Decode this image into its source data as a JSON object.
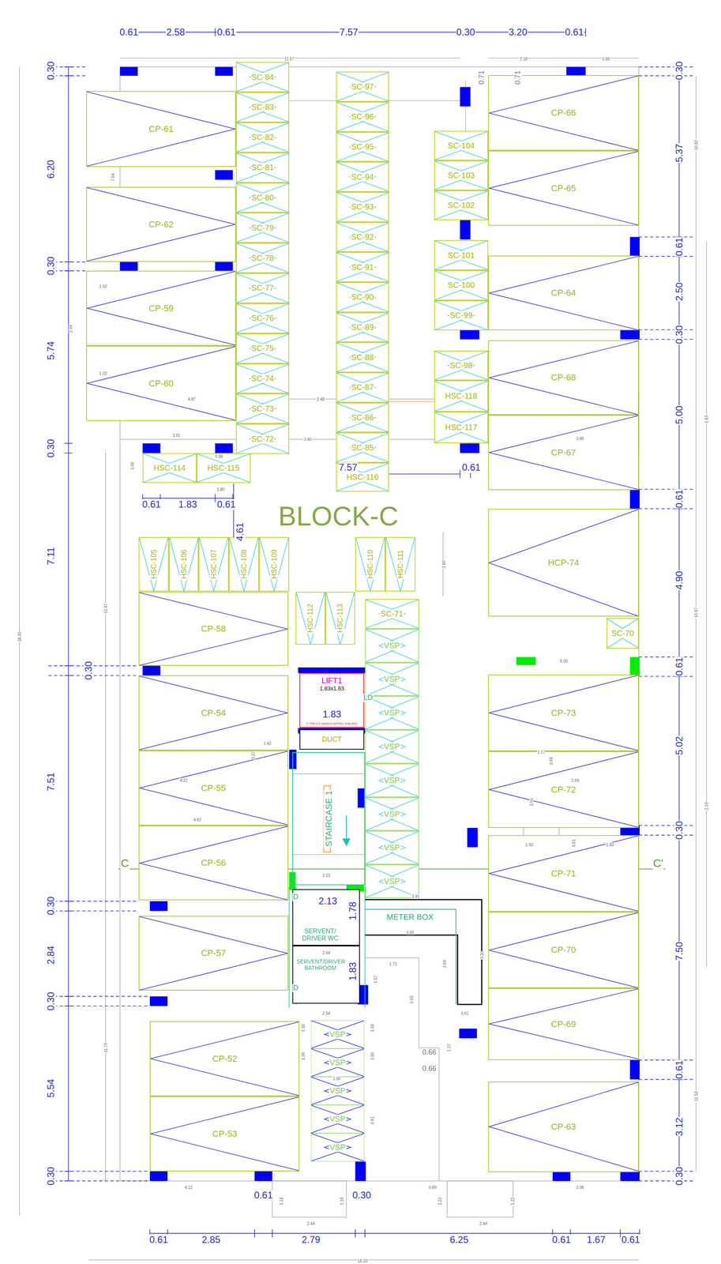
{
  "diagram": {
    "title": "BLOCK-C",
    "nodes": [
      {
        "text": [
          "CP-61"
        ]
      },
      {
        "text": [
          "CP-62"
        ]
      },
      {
        "text": [
          "CP-59"
        ]
      },
      {
        "text": [
          "CP-60"
        ]
      },
      {
        "text": [
          "SC-84"
        ]
      },
      {
        "text": [
          "SC-83"
        ]
      },
      {
        "text": [
          "SC-82"
        ]
      },
      {
        "text": [
          "SC-81"
        ]
      },
      {
        "text": [
          "SC-80"
        ]
      },
      {
        "text": [
          "SC-79"
        ]
      },
      {
        "text": [
          "SC-78"
        ]
      },
      {
        "text": [
          "SC-77"
        ]
      },
      {
        "text": [
          "SC-76"
        ]
      },
      {
        "text": [
          "SC-75"
        ]
      },
      {
        "text": [
          "SC-74"
        ]
      },
      {
        "text": [
          "SC-73"
        ]
      },
      {
        "text": [
          "SC-72"
        ]
      },
      {
        "text": [
          "SC-97"
        ]
      },
      {
        "text": [
          "SC-96"
        ]
      },
      {
        "text": [
          "SC-95"
        ]
      },
      {
        "text": [
          "SC-94"
        ]
      },
      {
        "text": [
          "SC-93"
        ]
      },
      {
        "text": [
          "SC-92"
        ]
      },
      {
        "text": [
          "SC-91"
        ]
      },
      {
        "text": [
          "SC-90"
        ]
      },
      {
        "text": [
          "SC-89"
        ]
      },
      {
        "text": [
          "SC-88"
        ]
      },
      {
        "text": [
          "SC-87"
        ]
      },
      {
        "text": [
          "SC-86"
        ]
      },
      {
        "text": [
          "SC-85"
        ]
      },
      {
        "text": [
          "HSC-116"
        ]
      },
      {
        "text": [
          "SC-104"
        ]
      },
      {
        "text": [
          "SC-103"
        ]
      },
      {
        "text": [
          "SC-102"
        ]
      },
      {
        "text": [
          "SC-101"
        ]
      },
      {
        "text": [
          "SC-100"
        ]
      },
      {
        "text": [
          "SC-99"
        ]
      },
      {
        "text": [
          "SC-98"
        ]
      },
      {
        "text": [
          "HSC-118"
        ]
      },
      {
        "text": [
          "HSC-117"
        ]
      },
      {
        "text": [
          "CP-66"
        ]
      },
      {
        "text": [
          "CP-65"
        ]
      },
      {
        "text": [
          "CP-64"
        ]
      },
      {
        "text": [
          "CP-68"
        ]
      },
      {
        "text": [
          "CP-67"
        ]
      },
      {
        "text": [
          "HSC-114"
        ]
      },
      {
        "text": [
          "HSC-115"
        ]
      },
      {
        "text": [
          "HSC-105"
        ]
      },
      {
        "text": [
          "HSC-106"
        ]
      },
      {
        "text": [
          "HSC-107"
        ]
      },
      {
        "text": [
          "HSC-108"
        ]
      },
      {
        "text": [
          "HSC-109"
        ]
      },
      {
        "text": [
          "HSC-110"
        ]
      },
      {
        "text": [
          "HSC-111"
        ]
      },
      {
        "text": [
          "HCP-74"
        ]
      },
      {
        "text": [
          "CP-58"
        ]
      },
      {
        "text": [
          "HSC-112"
        ]
      },
      {
        "text": [
          "HSC-113"
        ]
      },
      {
        "text": [
          "SC-71"
        ]
      },
      {
        "text": [
          "SC-70"
        ]
      },
      {
        "text": [
          "VSP"
        ]
      },
      {
        "text": [
          "VSP"
        ]
      },
      {
        "text": [
          "VSP"
        ]
      },
      {
        "text": [
          "VSP"
        ]
      },
      {
        "text": [
          "VSP"
        ]
      },
      {
        "text": [
          "VSP"
        ]
      },
      {
        "text": [
          "VSP"
        ]
      },
      {
        "text": [
          "VSP"
        ]
      },
      {
        "text": [
          "LIFT1",
          "1.83x1.83",
          "0.75M HT HANDICAPPED RAILING"
        ]
      },
      {
        "text": [
          "DUCT"
        ]
      },
      {
        "text": [
          "CP-54"
        ]
      },
      {
        "text": [
          "CP-73"
        ]
      },
      {
        "text": [
          "STAIRCASE 1"
        ]
      },
      {
        "text": [
          "CP-55"
        ]
      },
      {
        "text": [
          "CP-72"
        ]
      },
      {
        "text": [
          "CP-56"
        ]
      },
      {
        "text": [
          "CP-71"
        ]
      },
      {
        "text": [
          "SERVENT/ DRIVER WC"
        ]
      },
      {
        "text": [
          "METER BOX"
        ]
      },
      {
        "text": [
          "CP-57"
        ]
      },
      {
        "text": [
          "CP-70"
        ]
      },
      {
        "text": [
          "SERVENT/DRIVER BATHROOM"
        ]
      },
      {
        "text": [
          "CP-69"
        ]
      },
      {
        "text": [
          "VSP"
        ]
      },
      {
        "text": [
          "VSP"
        ]
      },
      {
        "text": [
          "VSP"
        ]
      },
      {
        "text": [
          "VSP"
        ]
      },
      {
        "text": [
          "VSP"
        ]
      },
      {
        "text": [
          "CP-52"
        ]
      },
      {
        "text": [
          "CP-63"
        ]
      },
      {
        "text": [
          "CP-53"
        ]
      }
    ],
    "labels": [
      "0.61",
      "2.58",
      "0.61",
      "7.57",
      "0.30",
      "3.20",
      "0.61",
      "0.30",
      "6.20",
      "0.30",
      "5.74",
      "0.30",
      "7.11",
      "0.30",
      "7.51",
      "0.30",
      "2.84",
      "0.30",
      "5.54",
      "0.30",
      "0.30",
      "5.37",
      "0.61",
      "2.50",
      "0.30",
      "5.00",
      "0.61",
      "4.90",
      "0.61",
      "5.02",
      "0.30",
      "7.50",
      "0.61",
      "3.12",
      "0.30",
      "0.61",
      "2.85",
      "2.79",
      "6.25",
      "0.61",
      "1.67",
      "0.61",
      "0.61",
      "1.83",
      "0.61",
      "4.61",
      "7.57",
      "0.61",
      "1.83",
      "2.13",
      "1.78",
      "1.83",
      "0.61",
      "0.30",
      "11.57",
      "2.18",
      "3.56",
      "10.82",
      "1.83",
      "10.87",
      "2.03",
      "11.53",
      "38.30",
      "18.33",
      "10.97",
      "11.73",
      "7.54",
      "1.02",
      "2.44",
      "1.02",
      "4.87",
      "2.48",
      "3.81",
      "3.40",
      "1.00",
      "0.86",
      "1.80",
      "3.80",
      "3.86",
      "4.22",
      "4.62",
      "1.42",
      "1.27",
      "5.00",
      "1.17",
      "0.86",
      "2.69",
      "3.50",
      "1.93",
      "1.93",
      "0.61",
      "2.13",
      "3.91",
      "3.00",
      "2.54",
      "2.54",
      "1.73",
      "2.60",
      "2.69",
      "3.30",
      "0.61",
      "1.57",
      "1.00",
      "1.00",
      "1.00",
      "1.00",
      "1.00",
      "3.91",
      "1.37",
      "4.12",
      "3.98",
      "0.89",
      "1.18",
      "1.18",
      "2.44",
      "2.44",
      "1.22",
      "1.22",
      "0.71",
      "0.71",
      "0.66",
      "0.66",
      "C",
      "C'",
      "LD",
      "D",
      "D"
    ]
  }
}
